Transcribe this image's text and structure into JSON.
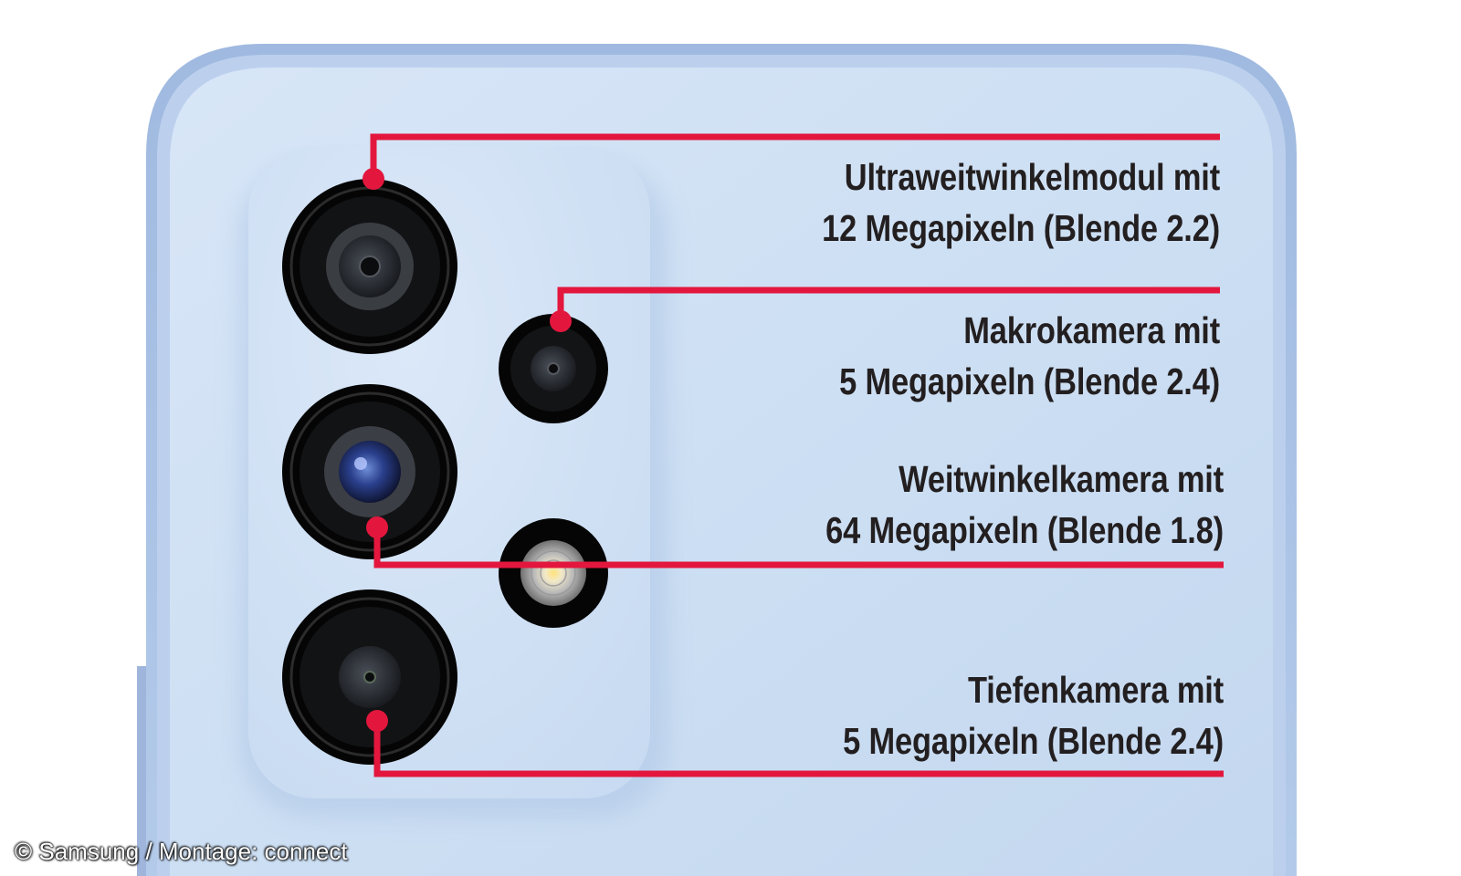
{
  "callouts": {
    "ultraweitwinkel": {
      "line1": "Ultraweitwinkelmodul mit",
      "line2": "12 Megapixeln (Blende 2.2)"
    },
    "makro": {
      "line1": "Makrokamera mit",
      "line2": "5 Megapixeln (Blende 2.4)"
    },
    "weitwinkel": {
      "line1": "Weitwinkelkamera mit",
      "line2": "64 Megapixeln (Blende 1.8)"
    },
    "tiefe": {
      "line1": "Tiefenkamera mit",
      "line2": "5 Megapixeln (Blende 2.4)"
    }
  },
  "credit": "© Samsung / Montage: connect",
  "colors": {
    "callout_line": "#e3173e",
    "phone_back": "#cfe0f4",
    "phone_frame": "#a9c2e6",
    "label_text": "#231f20"
  }
}
